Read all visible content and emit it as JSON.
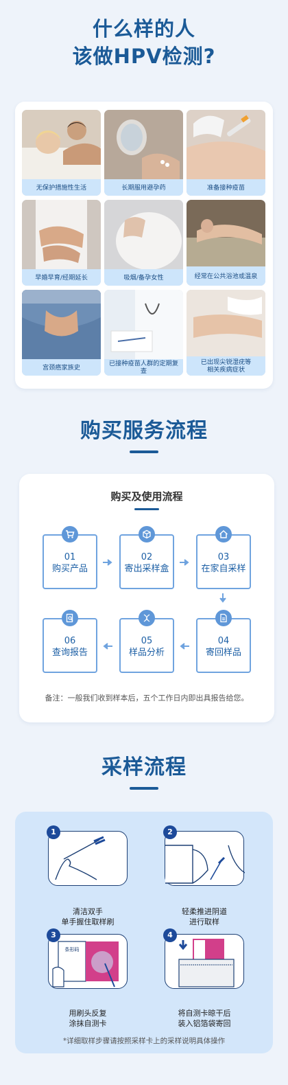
{
  "header": {
    "line1": "什么样的人",
    "line2": "该做HPV检测?"
  },
  "people": [
    {
      "caption": "无保护措施性生活",
      "icon": "couple-photo"
    },
    {
      "caption": "长期服用避孕药",
      "icon": "pills-photo"
    },
    {
      "caption": "准备接种疫苗",
      "icon": "vaccine-photo"
    },
    {
      "caption": "早婚早育/经期延长",
      "icon": "abdominal-pain-photo"
    },
    {
      "caption": "吸烟/备孕女性",
      "icon": "pregnant-photo"
    },
    {
      "caption": "经常在公共浴池或温泉",
      "icon": "hot-spring-photo"
    },
    {
      "caption": "宫颈癌家族史",
      "icon": "pelvis-photo"
    },
    {
      "caption": "已接种疫苗人群的定期复查",
      "icon": "doctor-photo"
    },
    {
      "caption1": "已出现尖锐湿疣等",
      "caption2": "相关疾病症状",
      "icon": "legs-photo"
    }
  ],
  "purchase": {
    "section_title": "购买服务流程",
    "card_title": "购买及使用流程",
    "steps": [
      {
        "num": "01",
        "label": "购买产品",
        "icon": "cart-icon"
      },
      {
        "num": "02",
        "label": "寄出采样盒",
        "icon": "box-icon"
      },
      {
        "num": "03",
        "label": "在家自采样",
        "icon": "home-icon"
      },
      {
        "num": "04",
        "label": "寄回样品",
        "icon": "document-icon"
      },
      {
        "num": "05",
        "label": "样品分析",
        "icon": "dna-icon"
      },
      {
        "num": "06",
        "label": "查询报告",
        "icon": "report-search-icon"
      }
    ],
    "note": "备注：一般我们收到样本后，五个工作日内即出具报告给您。"
  },
  "sampling": {
    "section_title": "采样流程",
    "steps": [
      {
        "badge": "1",
        "line1": "清洁双手",
        "line2": "单手握住取样刷"
      },
      {
        "badge": "2",
        "line1": "轻柔推进阴道",
        "line2": "进行取样"
      },
      {
        "badge": "3",
        "line1": "用刷头反复",
        "line2": "涂抹自测卡"
      },
      {
        "badge": "4",
        "line1": "将自测卡晾干后",
        "line2": "装入铝箔袋寄回"
      }
    ],
    "card_text": "条形码",
    "footnote": "*详细取样步骤请按照采样卡上的采样说明具体操作"
  },
  "colors": {
    "primary": "#1b5a97",
    "caption_bg": "#cde5fb",
    "step_border": "#6fa3df",
    "sampling_bg": "#d3e6fa",
    "icon_bg": "#5f97d8"
  }
}
